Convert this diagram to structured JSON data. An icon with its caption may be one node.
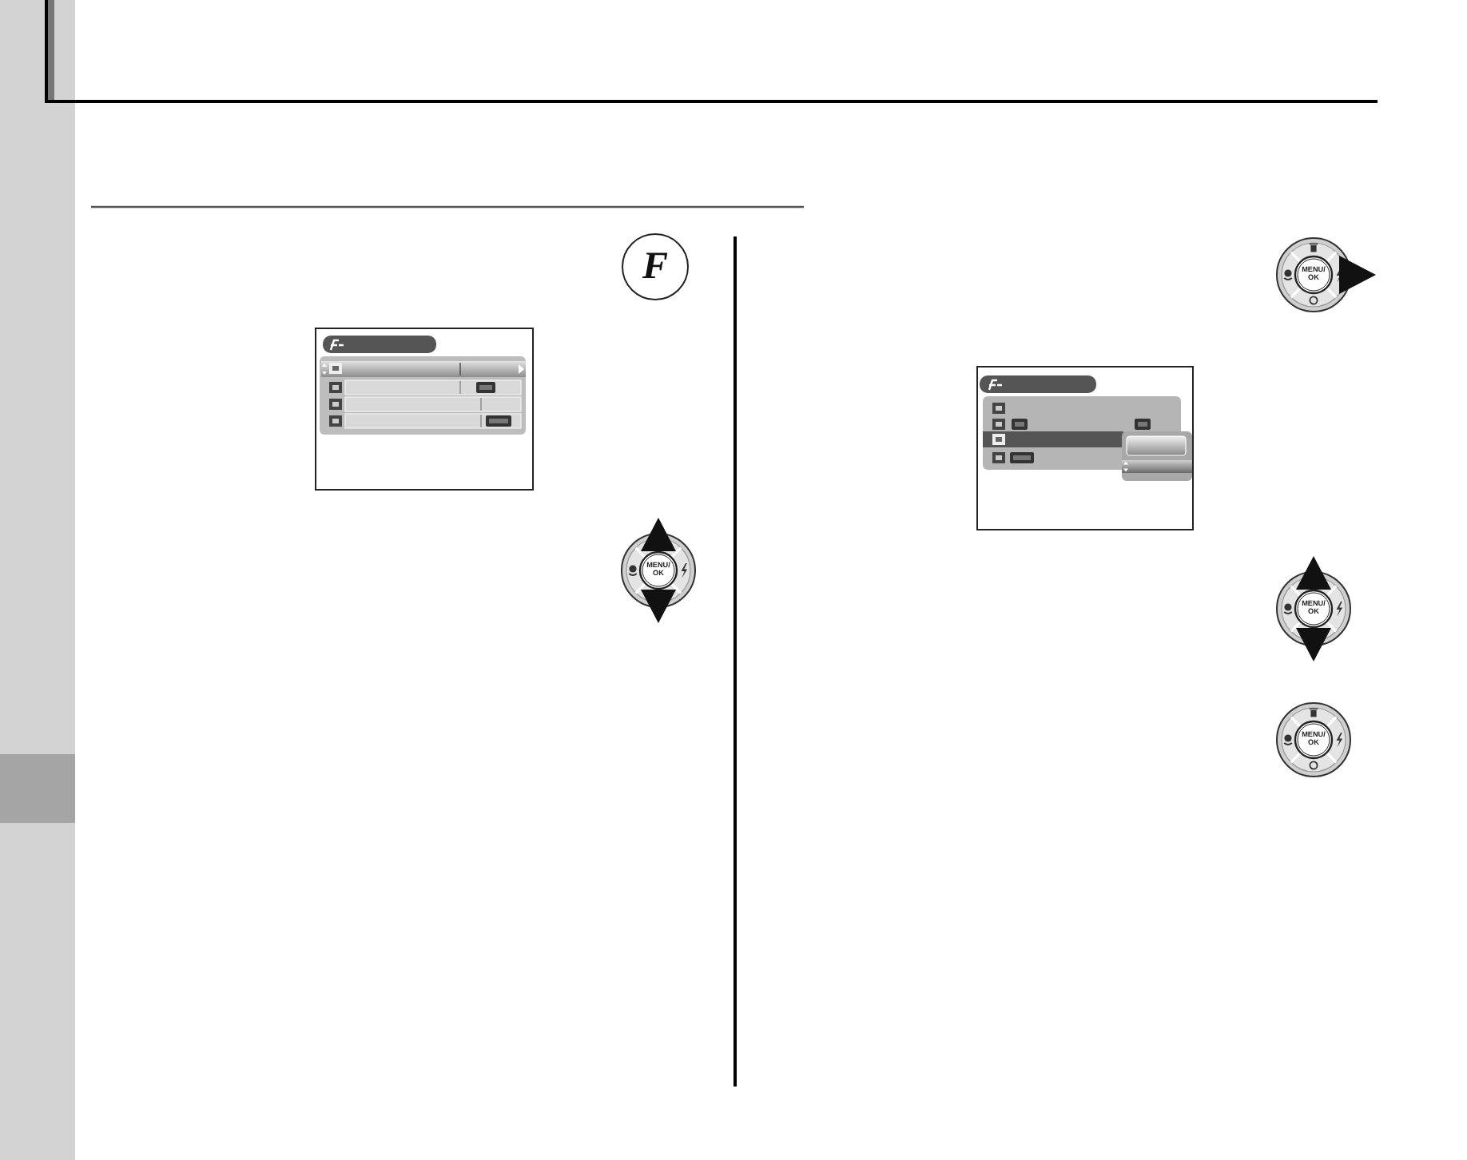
{
  "diagram": {
    "nodes": [
      {
        "text": [
          "F"
        ]
      }
    ],
    "labels": [
      "MENU/ OK",
      "MENU/ OK",
      "MENU/ OK",
      "MENU/ OK"
    ]
  }
}
